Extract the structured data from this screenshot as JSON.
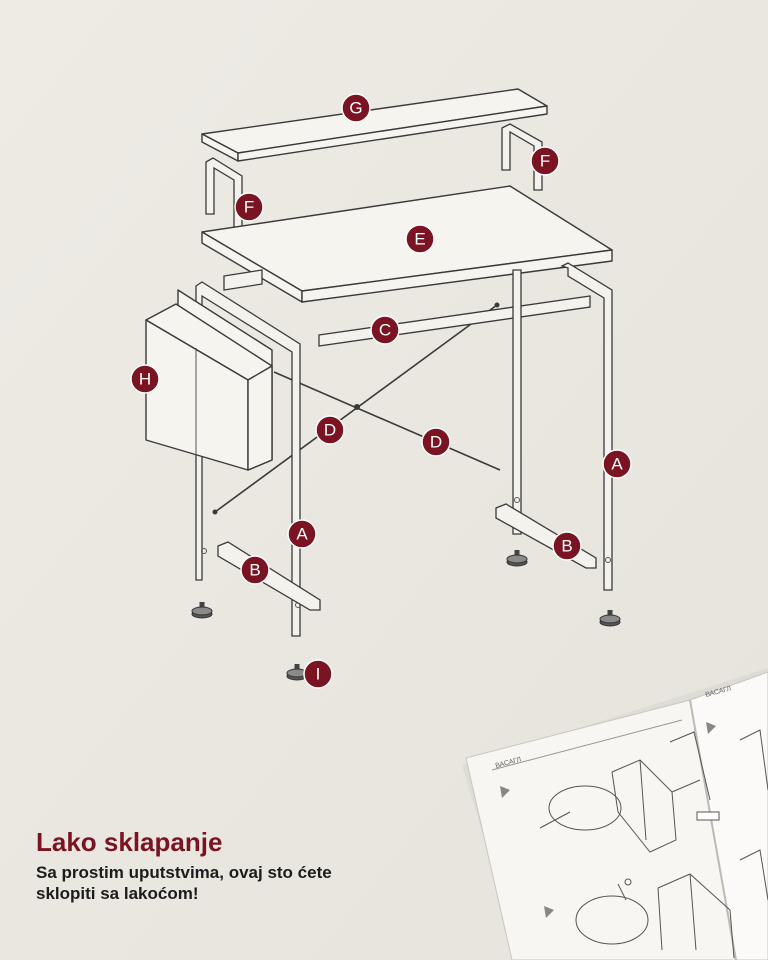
{
  "headline": "Lako sklapanje",
  "description_line1": "Sa prostim uputstvima, ovaj sto ćete",
  "description_line2": "sklopiti sa lakoćom!",
  "accent_color": "#7a1422",
  "text_color": "#1c1c1c",
  "part_labels": {
    "G": "G",
    "F1": "F",
    "F2": "F",
    "E": "E",
    "C": "C",
    "H": "H",
    "D1": "D",
    "D2": "D",
    "A1": "A",
    "A2": "A",
    "B1": "B",
    "B2": "B",
    "I": "I"
  },
  "manual": {
    "header_left": "ВАСАГЛ",
    "header_right": "ВАСАГЛ"
  }
}
